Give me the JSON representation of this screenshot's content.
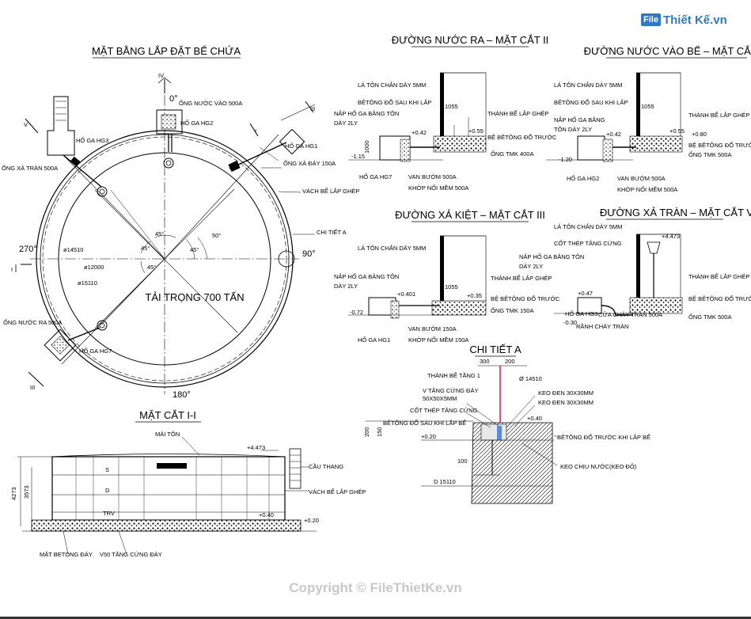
{
  "logo": {
    "box": "File",
    "text": "Thiết Kế.vn"
  },
  "copyright": "Copyright © FileThietKe.vn",
  "plan": {
    "title": "MẶT BẰNG LẮP ĐẶT BỂ CHỨA",
    "load": "TẢI TRỌNG 700 TẤN",
    "deg0": "0°",
    "deg90": "90°",
    "deg180": "180°",
    "deg270": "270°",
    "sec_iv": "IV",
    "sec_i_left": "I",
    "sec_i_right": "I",
    "sec_iii_bot": "III",
    "sec_iii_top": "III",
    "sec_v": "V",
    "dims": [
      "ø14510",
      "ø12000",
      "ø15110"
    ],
    "angles": [
      "45°",
      "45°",
      "45°",
      "50°",
      "45°"
    ],
    "labels": {
      "ong_nuoc_vao": "ỐNG NƯỚC VÀO 500A",
      "ho_ga_hg2": "HỐ GA HG2",
      "ho_ga_hg1": "HỐ GA HG1",
      "ong_xa_day": "ỐNG XẢ ĐÁY 150A",
      "vach_be": "VÁCH BỂ LẮP GHÉP",
      "chi_tiet_a": "CHI TIẾT A",
      "ho_ga_hg3": "HỐ GA HG3",
      "ong_xa_tran": "ỐNG XẢ TRÀN 500A",
      "ong_nuoc_ra": "ỐNG NƯỚC RA 500A",
      "ho_ga_hg7": "HỐ GA HG7"
    }
  },
  "section_i": {
    "title": "MẶT CẮT I-I",
    "mai_ton": "MÁI TÔN",
    "cau_thang": "CẦU THANG",
    "vach_be": "VÁCH BỂ LẮP GHÉP",
    "mat_beton": "MẶT BETONG ĐÁY",
    "v50": "V50 TĂNG CỨNG ĐÁY",
    "lev_top": "+4.473",
    "lev_040": "+0.40",
    "lev_020": "+0.20",
    "dim_4273": "4273",
    "dim_3573": "3573",
    "marks": [
      "S",
      "D",
      "TRV"
    ]
  },
  "duong_nuoc_ra": {
    "title": "ĐƯỜNG NƯỚC RA – MẶT CẮT II",
    "la_ton": "LÁ TÔN CHẮN DÀY 5MM",
    "beton_sau": "BÊTÔNG ĐỔ SAU KHI LẮP",
    "nap": "NẮP HỐ GA BẰNG TÔN",
    "day2ly": "DÀY 2LY",
    "thanh_be": "THÀNH BỂ LẮP GHÉP",
    "be_beton": "BỆ BÊTÔNG ĐỔ TRƯỚC",
    "ong": "ỐNG TMK 400A",
    "ho_ga": "HỐ GA HG7",
    "van": "VAN BƯỚM 500A",
    "khop": "KHỚP NỐI MỀM 500A",
    "d1055": "1055",
    "lev1": "+0.42",
    "lev2": "+0.55",
    "lev3": "-1.15",
    "d1000": "1000"
  },
  "duong_nuoc_vao": {
    "title": "ĐƯỜNG NƯỚC VÀO BỂ – MẶT CẮT IV",
    "la_ton": "LÁ TÔN CHẮN DÀY 5MM",
    "beton_sau": "BÊTÔNG ĐỔ SAU KHI LẮP",
    "nap": "NẮP HỐ GA BẰNG",
    "day2ly": "TÔN DÀY 2LY",
    "thanh_be": "THÀNH BỂ LẮP GHÉP",
    "be_beton": "BỆ BÊTÔNG ĐỔ TRƯỚC",
    "ong": "ỐNG TMK 500A",
    "ho_ga": "HỐ GA HG2",
    "van": "VAN BƯỚM 500A",
    "khop": "KHỚP NỐI MỀM 500A",
    "d1055": "1055",
    "lev1": "+0.42",
    "lev2": "+0.55",
    "lev3": "+0.80",
    "lev4": "-1.20"
  },
  "duong_xa_kiet": {
    "title": "ĐƯỜNG XẢ KIỆT – MẶT CẮT III",
    "la_ton": "LÁ TÔN CHẮN DÀY 5MM",
    "nap": "NẮP HỐ GA BẰNG TÔN",
    "day2ly": "DÀY 2LY",
    "thanh_be": "THÀNH BỂ LẮP GHÉP",
    "be_beton": "BỆ BÊTÔNG ĐỔ TRƯỚC",
    "ong": "ỐNG TMK 150A",
    "ho_ga": "HỐ GA HG1",
    "van": "VAN BƯỚM 150A",
    "khop": "KHỚP NỐI MỀM 150A",
    "d1055": "1055",
    "lev1": "+0.401",
    "lev2": "+0.35",
    "lev3": "-0.72"
  },
  "duong_xa_tran": {
    "title": "ĐƯỜNG XẢ TRÀN – MẶT CẮT V",
    "la_ton": "LÁ TÔN CHẮN DÀY 5MM",
    "cot_thep": "CỐT THÉP TĂNG CỨNG",
    "nap": "NẮP HỐ GA BẰNG TÔN",
    "day2ly": "DÀY 2LY",
    "thanh_be": "THÀNH BỂ LẮP GHÉP",
    "be_beton": "BỆ BÊTÔNG ĐỔ TRƯỚC",
    "ong": "ỐNG TMK 500A",
    "ho_ga": "HỐ GA HG3",
    "cua": "CỬA CHẢY TRÀN 500A",
    "ranh": "RÃNH CHẢY TRÀN",
    "lev_top": "+4.473",
    "lev1": "+0.47",
    "lev2": "-0.30"
  },
  "chi_tiet_a": {
    "title": "CHI TIẾT A",
    "d300": "300",
    "d200": "200",
    "thanh_be": "THÀNH BỂ TẦNG 1",
    "dia": "Ø 14510",
    "v_tang": "V TĂNG CỨNG ĐÁY",
    "v_size": "50X50X5MM",
    "cot_thep": "CỐT THÉP TĂNG CỨNG",
    "beton_sau": "BÊTÔNG ĐỔ SAU KHI LẮP BỂ",
    "keo1": "KEO ĐEN 30X30MM",
    "keo2": "KEO ĐEN 30X30MM",
    "lev040": "+0.40",
    "lev020": "+0.20",
    "beton_truoc": "BÊTÔNG ĐỔ TRƯỚC KHI LẮP BỂ",
    "keo_chiu": "KEO CHỊU NƯỚC(KEO ĐỎ)",
    "d15110": "D 15110",
    "d200v": "200",
    "d150v": "150",
    "d100": "100"
  }
}
